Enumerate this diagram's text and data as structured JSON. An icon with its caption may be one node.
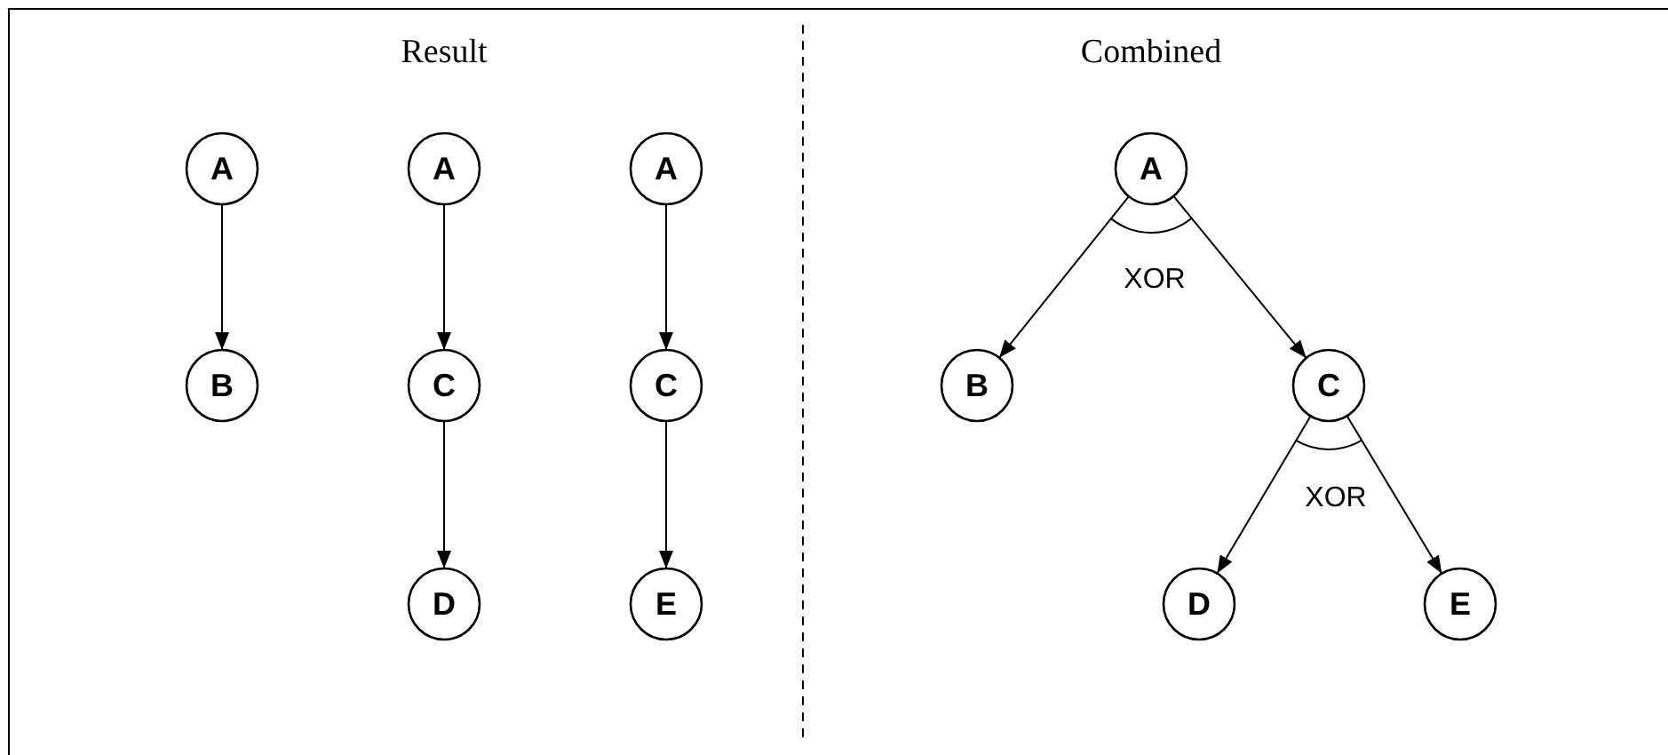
{
  "diagram": {
    "nodes": [
      {
        "text": [
          "A"
        ]
      },
      {
        "text": [
          "B"
        ]
      },
      {
        "text": [
          "A"
        ]
      },
      {
        "text": [
          "C"
        ]
      },
      {
        "text": [
          "D"
        ]
      },
      {
        "text": [
          "A"
        ]
      },
      {
        "text": [
          "C"
        ]
      },
      {
        "text": [
          "E"
        ]
      },
      {
        "text": [
          "A"
        ]
      },
      {
        "text": [
          "B"
        ]
      },
      {
        "text": [
          "C"
        ]
      },
      {
        "text": [
          "D"
        ]
      },
      {
        "text": [
          "E"
        ]
      }
    ],
    "edges": [
      {
        "from": 0,
        "to": 1,
        "arrow": "to"
      },
      {
        "from": 2,
        "to": 3,
        "arrow": "to"
      },
      {
        "from": 3,
        "to": 4,
        "arrow": "to"
      },
      {
        "from": 5,
        "to": 6,
        "arrow": "to"
      },
      {
        "from": 6,
        "to": 7,
        "arrow": "to"
      },
      {
        "from": 8,
        "to": 9,
        "arrow": "to"
      },
      {
        "from": 8,
        "to": 10,
        "arrow": "to"
      },
      {
        "from": 10,
        "to": 11,
        "arrow": "to"
      },
      {
        "from": 10,
        "to": 12,
        "arrow": "to"
      }
    ],
    "labels": [
      "Result",
      "Combined",
      "XOR",
      "XOR"
    ]
  }
}
